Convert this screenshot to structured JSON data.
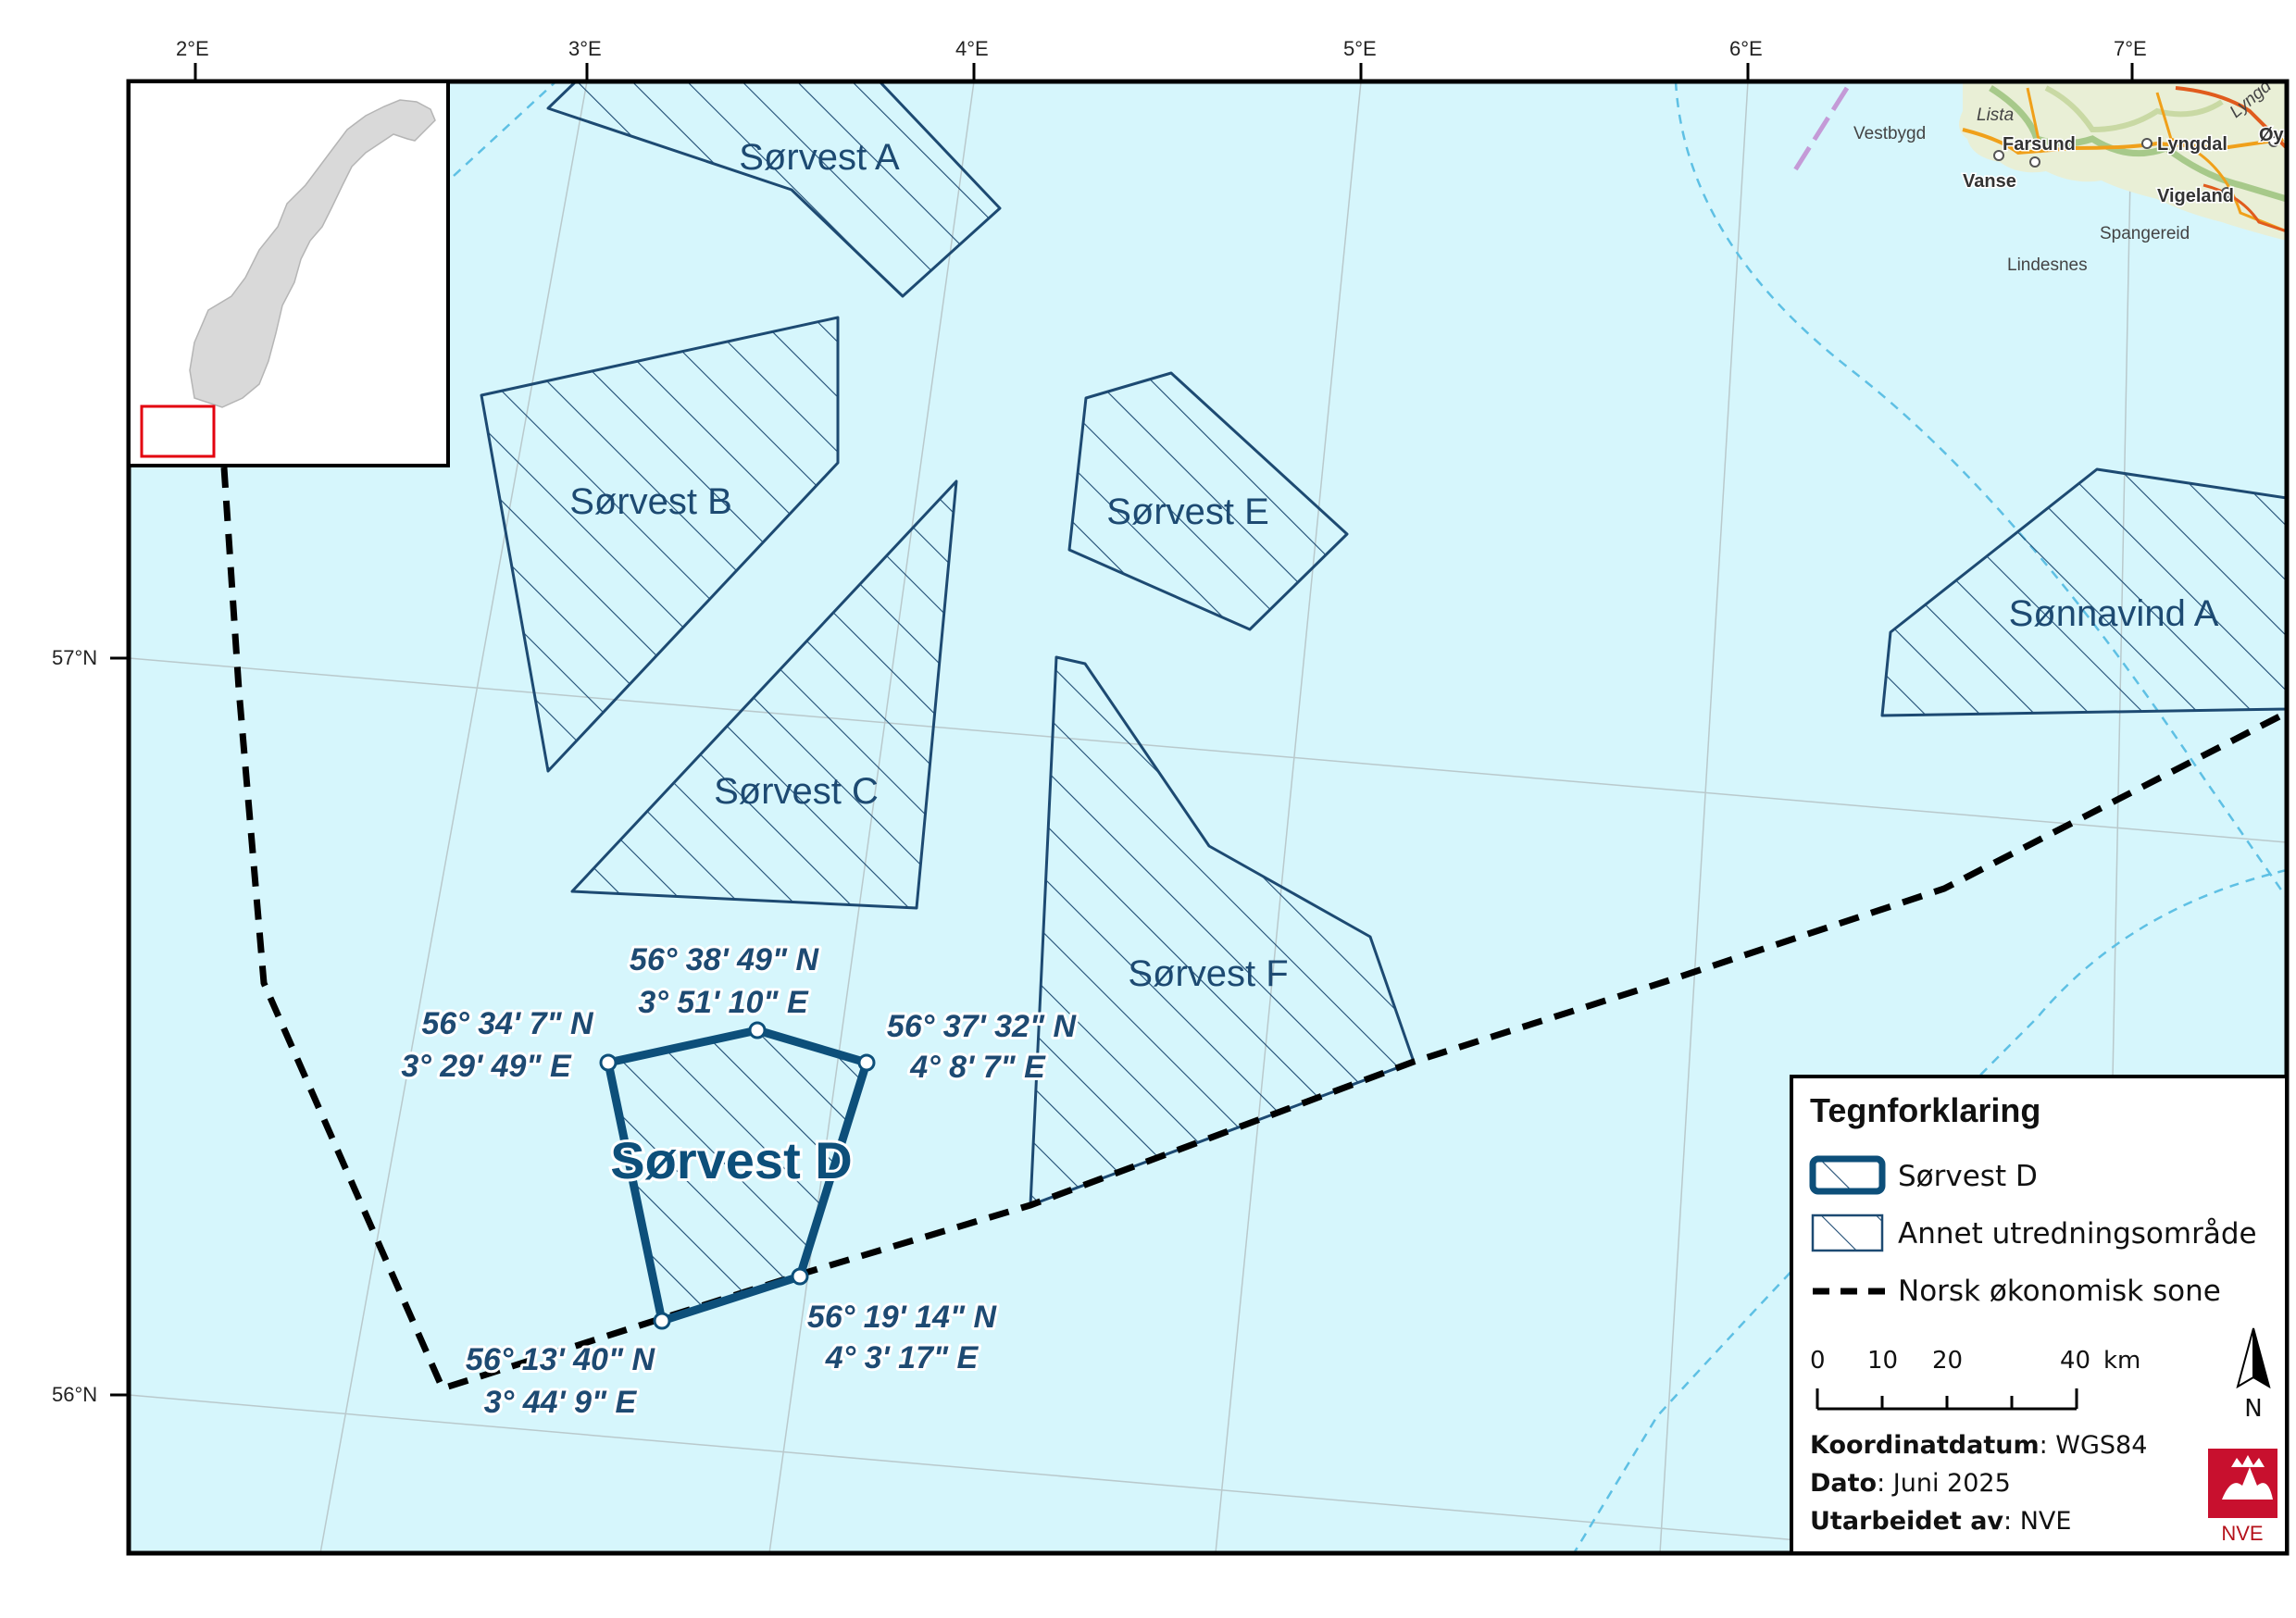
{
  "map": {
    "graticule": {
      "lon_labels": [
        "2°E",
        "3°E",
        "4°E",
        "5°E",
        "6°E",
        "7°E"
      ],
      "lat_labels": [
        "57°N",
        "56°N"
      ]
    },
    "areas": {
      "a": "Sørvest A",
      "b": "Sørvest B",
      "c": "Sørvest C",
      "d": "Sørvest D",
      "e": "Sørvest E",
      "f": "Sørvest F",
      "sonnavind": "Sønnavind A"
    },
    "vertices": [
      {
        "id": "nw",
        "lat": "56° 34' 7\" N",
        "lon": "3° 29' 49\" E"
      },
      {
        "id": "n",
        "lat": "56° 38' 49\" N",
        "lon": "3° 51' 10\" E"
      },
      {
        "id": "ne",
        "lat": "56° 37' 32\" N",
        "lon": "4° 8' 7\" E"
      },
      {
        "id": "se",
        "lat": "56° 19' 14\" N",
        "lon": "4° 3' 17\" E"
      },
      {
        "id": "sw",
        "lat": "56° 13' 40\" N",
        "lon": "3° 44' 9\" E"
      }
    ],
    "places": {
      "vestbygd": "Vestbygd",
      "lista": "Lista",
      "farsund": "Farsund",
      "vanse": "Vanse",
      "lyngdal": "Lyngdal",
      "oysl": "Øysl",
      "vigeland": "Vigeland",
      "spangereid": "Spangereid",
      "lindesnes": "Lindesnes",
      "lyngdalsfj": "Lyngd"
    },
    "colors": {
      "sea": "#d6f6fc",
      "area_stroke": "#1d4a72",
      "highlight": "#0d4f7a",
      "boundary": "#000000",
      "inset_box": "#e3000f"
    }
  },
  "legend": {
    "title": "Tegnforklaring",
    "items": {
      "highlight": "Sørvest D",
      "other": "Annet utredningsområde",
      "eez": "Norsk økonomisk sone"
    },
    "scale": {
      "t0": "0",
      "t10": "10",
      "t20": "20",
      "t40": "40",
      "unit": "km"
    },
    "north": "N",
    "meta": {
      "datum_key": "Koordinatdatum",
      "datum_val": ": WGS84",
      "date_key": "Dato",
      "date_val": ": Juni 2025",
      "author_key": "Utarbeidet av",
      "author_val": ": NVE"
    },
    "logo_text": "NVE"
  }
}
